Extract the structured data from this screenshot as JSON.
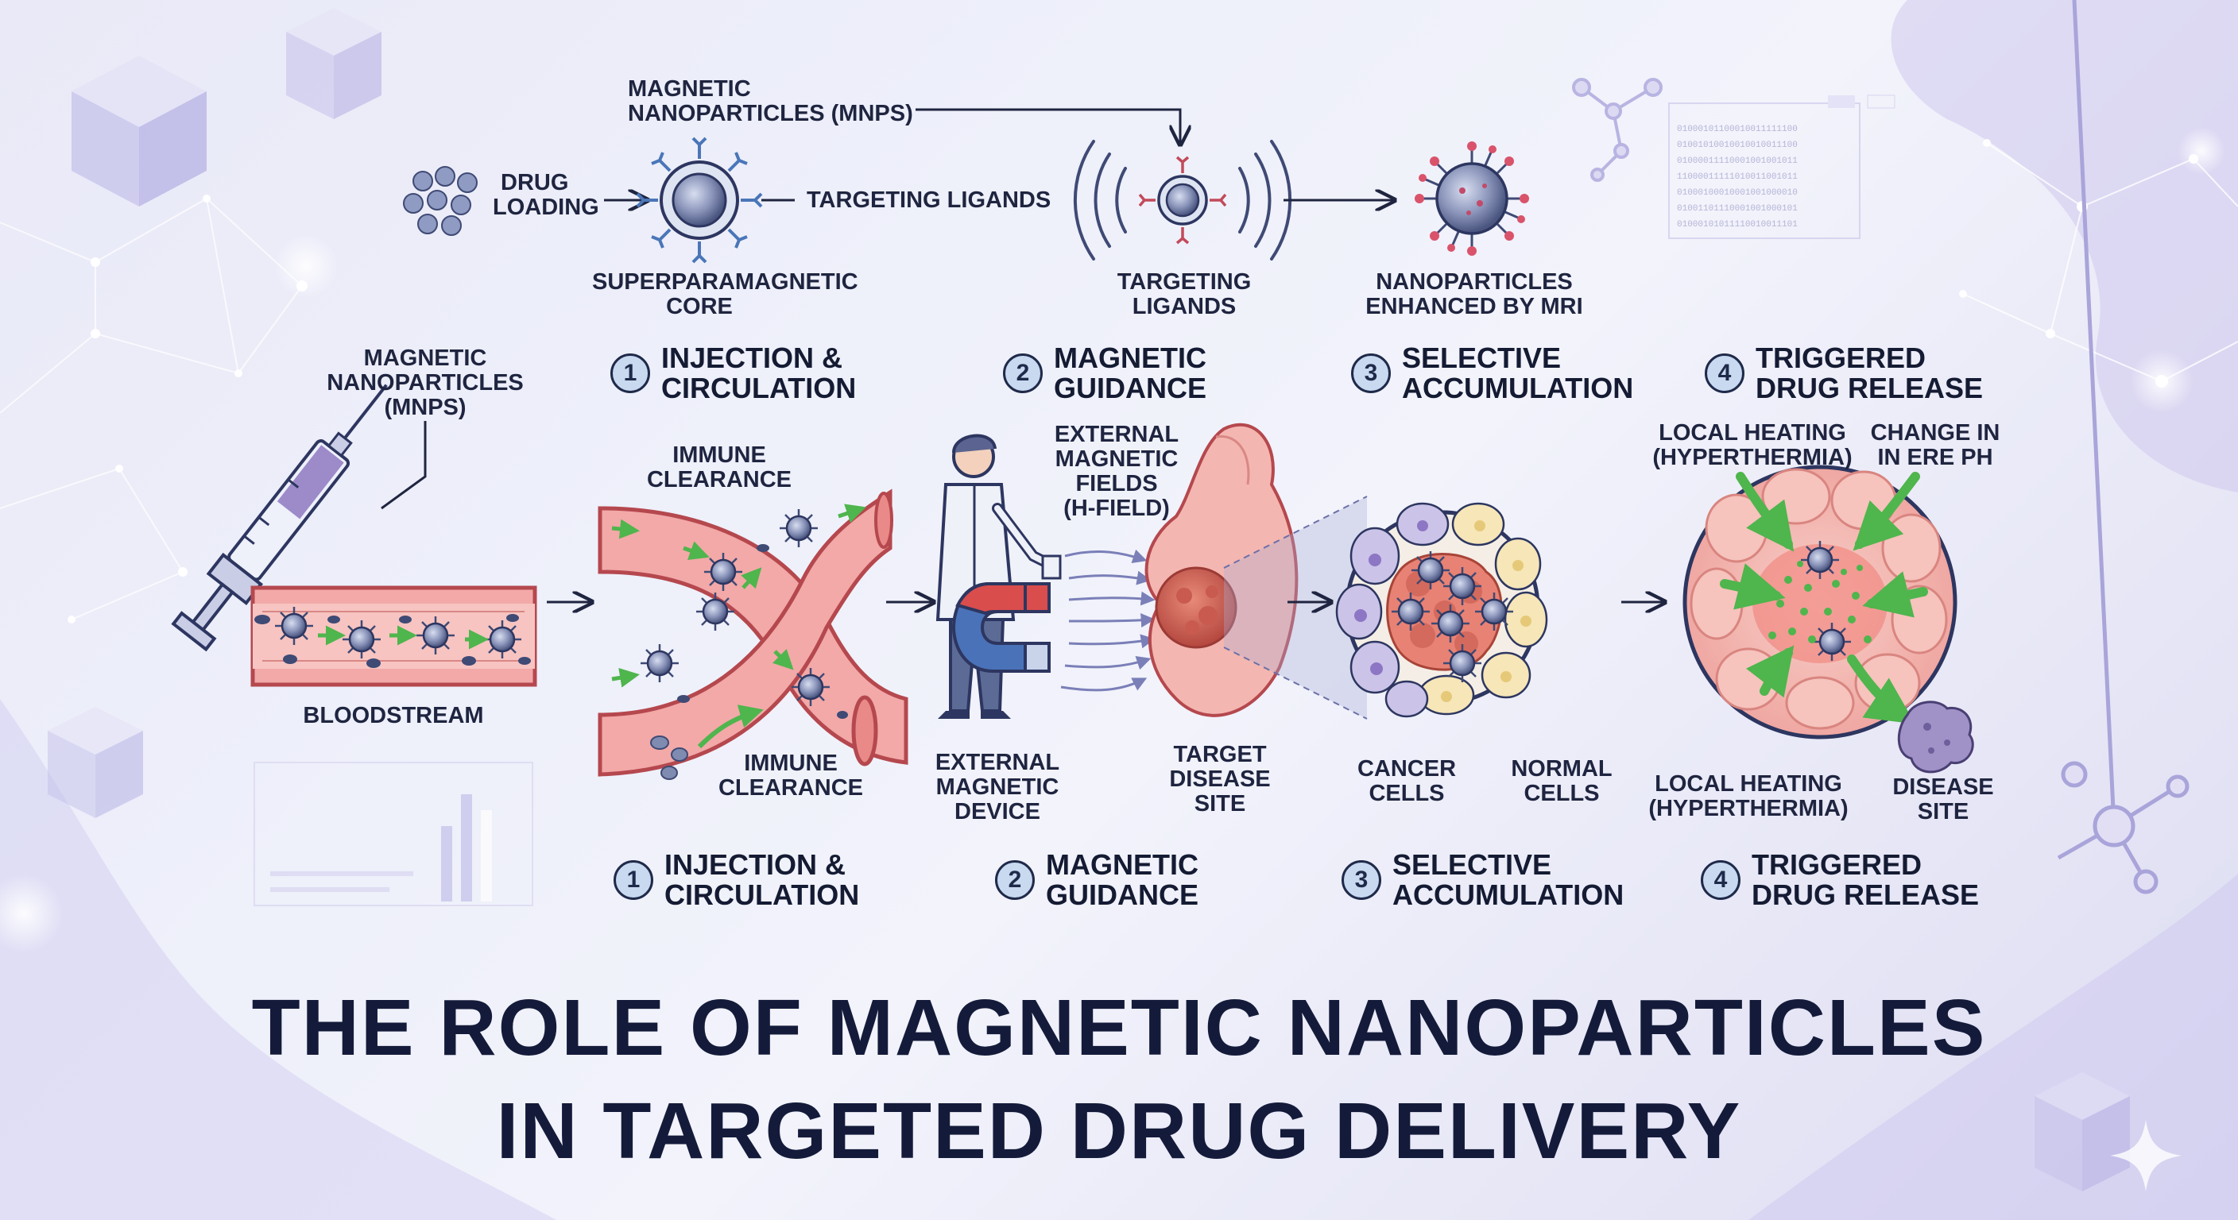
{
  "labels": {
    "mnp_top": [
      "MAGNETIC",
      "NANOPARTICLES (MNPs)"
    ],
    "drug_loading": [
      "DRUG",
      "LOADING"
    ],
    "targeting_ligands_top": "TARGETING LIGANDS",
    "superparamagnetic_core": [
      "SUPERPARAMAGNETIC",
      "CORE"
    ],
    "targeting_ligands_mid": [
      "TARGETING",
      "LIGANDS"
    ],
    "nanoparticles_mri": [
      "NANOPARTICLES",
      "ENHANCED BY MRI"
    ],
    "mnp_left": [
      "MAGNETIC",
      "NANOPARTICLES",
      "(MNPs)"
    ],
    "bloodstream": "BLOODSTREAM",
    "immune_clearance_top": [
      "IMMUNE",
      "CLEARANCE"
    ],
    "immune_clearance_bottom": [
      "IMMUNE",
      "CLEARANCE"
    ],
    "external_fields": [
      "EXTERNAL",
      "MAGNETIC",
      "FIELDS",
      "(H-FIELD)"
    ],
    "external_device": [
      "EXTERNAL",
      "MAGNETIC",
      "DEVICE"
    ],
    "target_site": [
      "TARGET",
      "DISEASE",
      "SITE"
    ],
    "cancer_cells": [
      "CANCER",
      "CELLS"
    ],
    "normal_cells": [
      "NORMAL",
      "CELLS"
    ],
    "local_heating_top": [
      "LOCAL HEATING",
      "(HYPERTHERMIA)"
    ],
    "change_ph": [
      "CHANGE IN",
      "IN ERE pH"
    ],
    "local_heating_bottom": [
      "LOCAL HEATING",
      "(HYPERTHERMIA)"
    ],
    "disease_site": [
      "DISEASE",
      "SITE"
    ]
  },
  "steps_top": [
    {
      "num": "1",
      "lines": [
        "INJECTION &",
        "CIRCULATION"
      ]
    },
    {
      "num": "2",
      "lines": [
        "MAGNETIC",
        "GUIDANCE"
      ]
    },
    {
      "num": "3",
      "lines": [
        "SELECTIVE",
        "ACCUMULATION"
      ]
    },
    {
      "num": "4",
      "lines": [
        "TRIGGERED",
        "DRUG RELEASE"
      ]
    }
  ],
  "steps_bottom": [
    {
      "num": "1",
      "lines": [
        "INJECTION &",
        "CIRCULATION"
      ]
    },
    {
      "num": "2",
      "lines": [
        "MAGNETIC",
        "GUIDANCE"
      ]
    },
    {
      "num": "3",
      "lines": [
        "SELECTIVE",
        "ACCUMULATION"
      ]
    },
    {
      "num": "4",
      "lines": [
        "TRIGGERED",
        "DRUG RELEASE"
      ]
    }
  ],
  "title": [
    "THE ROLE OF MAGNETIC NANOPARTICLES",
    "IN TARGETED DRUG DELIVERY"
  ],
  "colors": {
    "vessel_fill": "#f2a9a8",
    "vessel_stroke": "#b5484e",
    "particle_core": "#7f8bb0",
    "arrow_green": "#4fb54d",
    "ink": "#1f2540",
    "cell_purple": "#c8c0e6",
    "cell_yellow": "#f6e6b8"
  }
}
